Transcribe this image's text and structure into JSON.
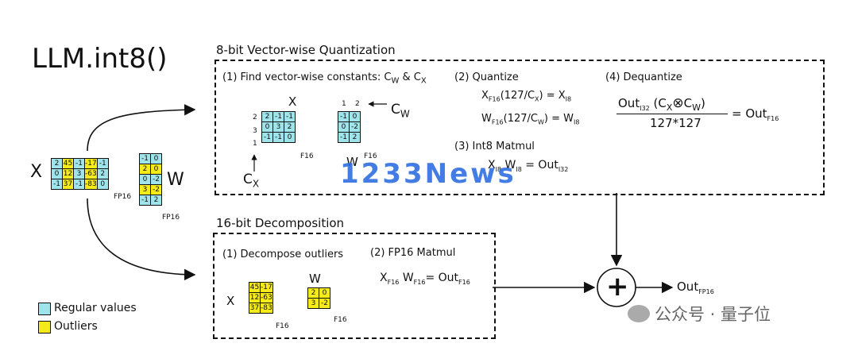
{
  "title": "LLM.int8()",
  "vector_section": {
    "title": "8-bit Vector-wise Quantization",
    "step1": "(1) Find vector-wise constants: C",
    "step1_w": "W",
    "step1_amp": " & C",
    "step1_x": "X",
    "step2": "(2) Quantize",
    "step3": "(3) Int8 Matmul",
    "step4": "(4) Dequantize",
    "x_label": "X",
    "cw_label": "C",
    "cw_sub": "W",
    "cx_label": "C",
    "cx_sub": "X",
    "w_label": "W",
    "fp16": "F16",
    "row_consts": [
      "2",
      "3",
      "1"
    ],
    "col_consts": [
      "1",
      "2"
    ],
    "x_matrix": [
      [
        "2",
        "-1",
        "-1"
      ],
      [
        "0",
        "3",
        "2"
      ],
      [
        "-1",
        "-1",
        "0"
      ]
    ],
    "w_matrix": [
      [
        "-1",
        "0"
      ],
      [
        "0",
        "-2"
      ],
      [
        "-1",
        "2"
      ]
    ],
    "quant_eq1": "X",
    "quant_eq1_sub": "F16",
    "quant_eq1_rest": "(127/C",
    "quant_eq1_sub2": "X",
    "quant_eq1_end": ") = X",
    "quant_eq1_sub3": "I8",
    "quant_eq2": "W",
    "quant_eq2_sub": "F16",
    "quant_eq2_rest": "(127/C",
    "quant_eq2_sub2": "W",
    "quant_eq2_end": ") = W",
    "quant_eq2_sub3": "I8",
    "matmul_x": "X",
    "matmul_x_sub": "I8",
    "matmul_w": "W",
    "matmul_w_sub": "I8",
    "matmul_eq": "= Out",
    "matmul_out_sub": "I32",
    "deq_num": "Out",
    "deq_num_sub": "I32",
    "deq_num_rest": "(C",
    "deq_num_cx": "X",
    "deq_otimes": "⊗",
    "deq_num_cw": "C",
    "deq_num_cw_sub": "W",
    "deq_close": ")",
    "deq_den": "127*127",
    "deq_eq": "= Out",
    "deq_out_sub": "F16"
  },
  "decomp_section": {
    "title": "16-bit Decomposition",
    "step1": "(1) Decompose outliers",
    "step2": "(2) FP16 Matmul",
    "x_label": "X",
    "w_label": "W",
    "fp16": "F16",
    "x_matrix": [
      [
        "45",
        "-17"
      ],
      [
        "12",
        "-63"
      ],
      [
        "37",
        "-83"
      ]
    ],
    "w_matrix": [
      [
        "2",
        "0"
      ],
      [
        "3",
        "-2"
      ]
    ],
    "matmul_x": "X",
    "matmul_x_sub": "F16",
    "matmul_w": "W",
    "matmul_w_sub": "F16",
    "matmul_eq": "= Out",
    "matmul_out_sub": "F16"
  },
  "input": {
    "x_label": "X",
    "w_label": "W",
    "fp16": "FP16",
    "x_matrix": [
      [
        "2",
        "45",
        "-1",
        "-17",
        "-1"
      ],
      [
        "0",
        "12",
        "3",
        "-63",
        "2"
      ],
      [
        "-1",
        "37",
        "-1",
        "-83",
        "0"
      ]
    ],
    "x_outlier_cols": [
      1,
      3
    ],
    "w_matrix": [
      [
        "-1",
        "0"
      ],
      [
        "2",
        "0"
      ],
      [
        "0",
        "-2"
      ],
      [
        "3",
        "-2"
      ],
      [
        "-1",
        "2"
      ]
    ],
    "w_outlier_rows": [
      1,
      3
    ]
  },
  "output": {
    "plus": "+",
    "out": "Out",
    "out_sub": "FP16"
  },
  "legend": {
    "regular": "Regular values",
    "outliers": "Outliers",
    "regular_color": "#9fe4ea",
    "outlier_color": "#f5ea1a"
  },
  "watermark": "1233News",
  "wechat": "公众号 · 量子位"
}
